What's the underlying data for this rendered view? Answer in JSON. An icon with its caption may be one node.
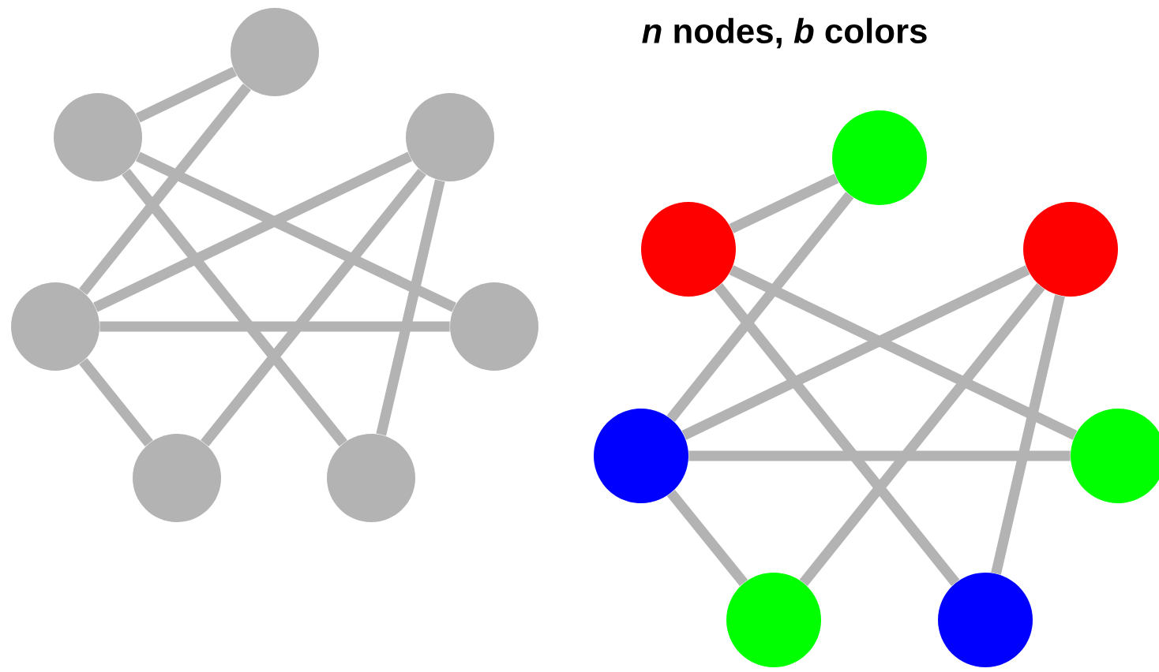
{
  "diagram": {
    "title": "*n* nodes, *b* colors",
    "nodes": [
      {
        "text": [],
        "shape": "circle"
      },
      {
        "text": [],
        "shape": "circle"
      },
      {
        "text": [],
        "shape": "circle"
      },
      {
        "text": [],
        "shape": "circle"
      },
      {
        "text": [],
        "shape": "circle"
      },
      {
        "text": [],
        "shape": "circle"
      },
      {
        "text": [],
        "shape": "circle"
      },
      {
        "text": [],
        "shape": "circle"
      },
      {
        "text": [],
        "shape": "circle"
      },
      {
        "text": [],
        "shape": "circle"
      },
      {
        "text": [],
        "shape": "circle"
      },
      {
        "text": [],
        "shape": "circle"
      },
      {
        "text": [],
        "shape": "circle"
      },
      {
        "text": [],
        "shape": "circle"
      }
    ],
    "edges": [
      {
        "from": 0,
        "to": 1,
        "arrow": "none"
      },
      {
        "from": 0,
        "to": 3,
        "arrow": "none"
      },
      {
        "from": 1,
        "to": 4,
        "arrow": "none"
      },
      {
        "from": 1,
        "to": 6,
        "arrow": "none"
      },
      {
        "from": 2,
        "to": 3,
        "arrow": "none"
      },
      {
        "from": 2,
        "to": 5,
        "arrow": "none"
      },
      {
        "from": 2,
        "to": 6,
        "arrow": "none"
      },
      {
        "from": 3,
        "to": 4,
        "arrow": "none"
      },
      {
        "from": 3,
        "to": 5,
        "arrow": "none"
      },
      {
        "from": 7,
        "to": 8,
        "arrow": "none"
      },
      {
        "from": 7,
        "to": 10,
        "arrow": "none"
      },
      {
        "from": 8,
        "to": 11,
        "arrow": "none"
      },
      {
        "from": 8,
        "to": 13,
        "arrow": "none"
      },
      {
        "from": 9,
        "to": 10,
        "arrow": "none"
      },
      {
        "from": 9,
        "to": 12,
        "arrow": "none"
      },
      {
        "from": 9,
        "to": 13,
        "arrow": "none"
      },
      {
        "from": 10,
        "to": 11,
        "arrow": "none"
      },
      {
        "from": 10,
        "to": 12,
        "arrow": "none"
      }
    ]
  }
}
